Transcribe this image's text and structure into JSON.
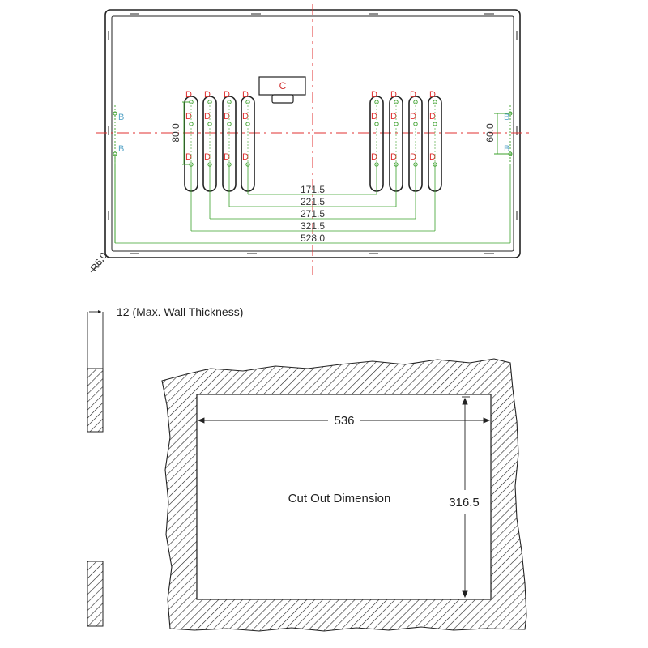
{
  "top_view": {
    "slot_label": "D",
    "side_hole_label": "B",
    "connector_label": "C",
    "dim_vertical_left": "80.0",
    "dim_vertical_right": "60.0",
    "dim_radius": "R6.0",
    "dims": [
      "171.5",
      "221.5",
      "271.5",
      "321.5",
      "528.0"
    ]
  },
  "wall": {
    "thickness_label": "12 (Max. Wall Thickness)"
  },
  "cutout": {
    "width": "536",
    "height": "316.5",
    "caption": "Cut Out Dimension"
  },
  "colors": {
    "outline": "#222222",
    "centerline": "#e03030",
    "dimension": "#3aa02a",
    "label_d": "#e03030",
    "label_b": "#5aa6c8"
  }
}
